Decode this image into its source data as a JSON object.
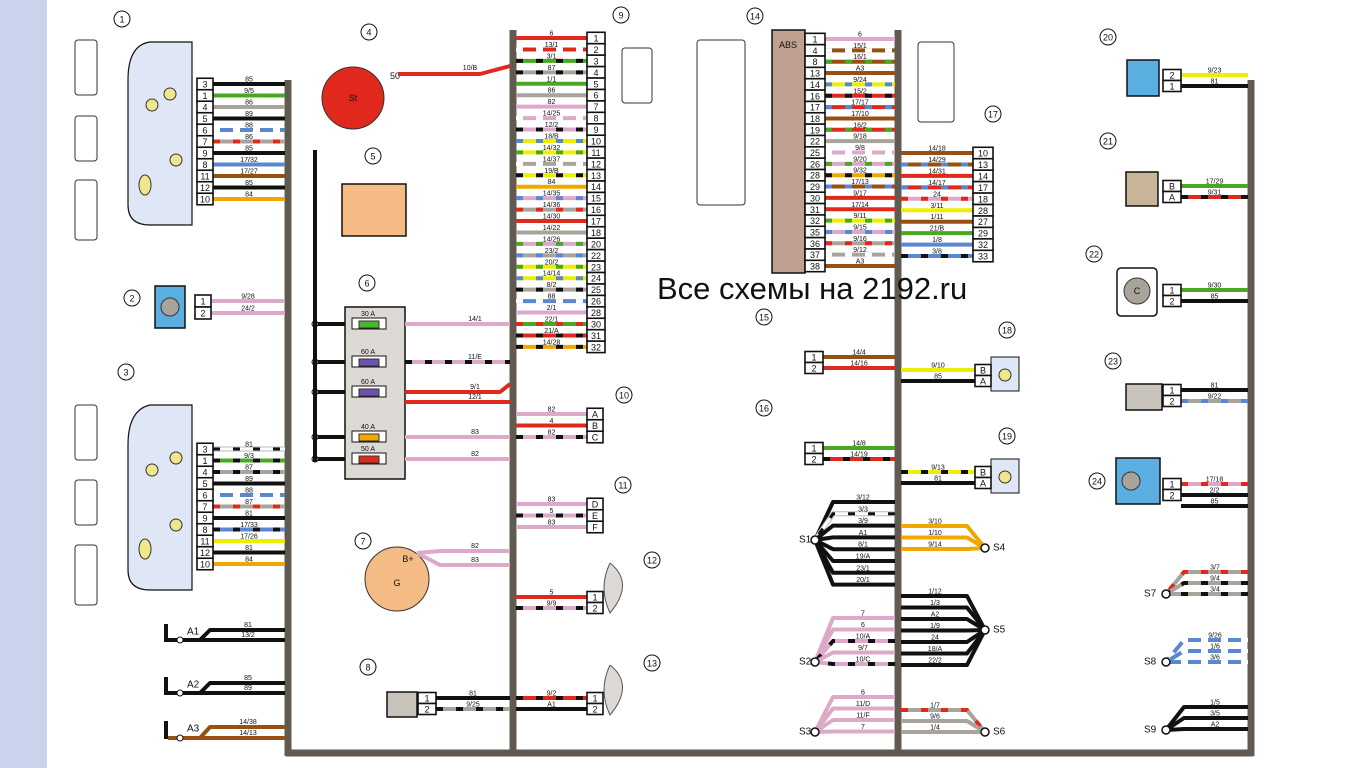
{
  "watermark": "Все схемы на 2192.ru",
  "wire_colors": {
    "red": "#e0281c",
    "green": "#48a820",
    "black": "#111111",
    "gray": "#a8a49c",
    "pink": "#dcaac8",
    "blue": "#5a88d0",
    "yellow": "#eeee00",
    "orange": "#f0a800",
    "brown": "#985010",
    "white": "#ffffff"
  },
  "starter": {
    "label": "St",
    "terminal": "50",
    "wire": "10/B"
  },
  "generator": {
    "label": "G",
    "terminal": "B+"
  },
  "abs": {
    "label": "ABS"
  },
  "fuses": [
    {
      "rating": "30 A",
      "color": "#48b830",
      "wire": "14/1"
    },
    {
      "rating": "60 A",
      "color": "#7050b0",
      "wire": "11/E"
    },
    {
      "rating": "60 A",
      "color": "#7050b0",
      "wire": "9/1",
      "wire2": "12/1"
    },
    {
      "rating": "40 A",
      "color": "#f0a800",
      "wire": "83"
    },
    {
      "rating": "50 A",
      "color": "#e0281c",
      "wire": "82"
    }
  ],
  "components": {
    "c1": {
      "number": "1",
      "pins": [
        [
          "3",
          "85",
          "black",
          null
        ],
        [
          "1",
          "9/5",
          "green",
          null
        ],
        [
          "4",
          "86",
          "gray",
          null
        ],
        [
          "5",
          "89",
          "black",
          null
        ],
        [
          "6",
          "88",
          "blue",
          "white"
        ],
        [
          "7",
          "86",
          "gray",
          "red"
        ],
        [
          "9",
          "85",
          "black",
          null
        ],
        [
          "8",
          "17/32",
          "blue",
          null
        ],
        [
          "11",
          "17/27",
          "brown",
          null
        ],
        [
          "12",
          "85",
          "black",
          null
        ],
        [
          "10",
          "84",
          "orange",
          null
        ]
      ]
    },
    "c2": {
      "number": "2",
      "pins": [
        [
          "1",
          "9/28",
          "pink",
          null
        ],
        [
          "2",
          "24/2",
          "pink",
          null
        ]
      ]
    },
    "c3": {
      "number": "3",
      "pins": [
        [
          "3",
          "81",
          "white",
          "black"
        ],
        [
          "1",
          "9/3",
          "green",
          "black"
        ],
        [
          "4",
          "87",
          "gray",
          "black"
        ],
        [
          "5",
          "89",
          "black",
          null
        ],
        [
          "6",
          "88",
          "blue",
          "white"
        ],
        [
          "7",
          "87",
          "gray",
          "red"
        ],
        [
          "9",
          "81",
          "black",
          null
        ],
        [
          "8",
          "17/33",
          "blue",
          "black"
        ],
        [
          "11",
          "17/26",
          "yellow",
          null
        ],
        [
          "12",
          "81",
          "black",
          null
        ],
        [
          "10",
          "84",
          "orange",
          null
        ]
      ]
    },
    "c8": {
      "number": "8",
      "pins": [
        [
          "1",
          "81",
          "black",
          null
        ],
        [
          "2",
          "9/25",
          "gray",
          "black"
        ]
      ]
    },
    "c9": {
      "number": "9",
      "pins": [
        [
          "1",
          "6",
          "red",
          null
        ],
        [
          "2",
          "13/1",
          "red",
          "white"
        ],
        [
          "3",
          "3/1",
          "green",
          "black"
        ],
        [
          "4",
          "87",
          "gray",
          "black"
        ],
        [
          "5",
          "1/1",
          "green",
          null
        ],
        [
          "6",
          "86",
          "gray",
          null
        ],
        [
          "7",
          "82",
          "pink",
          null
        ],
        [
          "8",
          "14/25",
          "pink",
          "white"
        ],
        [
          "9",
          "12/2",
          "pink",
          "black"
        ],
        [
          "10",
          "18/B",
          "yellow",
          "blue"
        ],
        [
          "11",
          "14/32",
          "yellow",
          "green"
        ],
        [
          "12",
          "14/37",
          "gray",
          "white"
        ],
        [
          "13",
          "19/B",
          "yellow",
          "black"
        ],
        [
          "14",
          "84",
          "orange",
          null
        ],
        [
          "15",
          "14/35",
          "pink",
          "blue"
        ],
        [
          "16",
          "14/36",
          "gray",
          "red"
        ],
        [
          "17",
          "14/30",
          "red",
          null
        ],
        [
          "18",
          "14/22",
          "gray",
          null
        ],
        [
          "20",
          "14/26",
          "pink",
          "green"
        ],
        [
          "22",
          "23/2",
          "gray",
          "blue"
        ],
        [
          "23",
          "20/2",
          "yellow",
          "green"
        ],
        [
          "24",
          "14/14",
          "yellow",
          "blue"
        ],
        [
          "25",
          "8/2",
          "gray",
          "black"
        ],
        [
          "26",
          "88",
          "blue",
          "white"
        ],
        [
          "28",
          "2/1",
          "pink",
          null
        ],
        [
          "30",
          "22/1",
          "green",
          "red"
        ],
        [
          "31",
          "21/A",
          "red",
          "black"
        ],
        [
          "32",
          "14/28",
          "orange",
          "black"
        ]
      ]
    },
    "c10": {
      "number": "10",
      "pins": [
        [
          "A",
          "82",
          "pink",
          null
        ],
        [
          "B",
          "4",
          "red",
          null
        ],
        [
          "C",
          "82",
          "pink",
          "black"
        ]
      ]
    },
    "c11": {
      "number": "11",
      "pins": [
        [
          "D",
          "83",
          "pink",
          null
        ],
        [
          "E",
          "5",
          "pink",
          "black"
        ],
        [
          "F",
          "83",
          "pink",
          null
        ]
      ]
    },
    "c12": {
      "number": "12",
      "pins": [
        [
          "1",
          "5",
          "red",
          null
        ],
        [
          "2",
          "9/9",
          "pink",
          "black"
        ]
      ]
    },
    "c13": {
      "number": "13",
      "pins": [
        [
          "1",
          "9/2",
          "red",
          "black"
        ],
        [
          "2",
          "A1",
          "black",
          null
        ]
      ]
    },
    "c14": {
      "number": "14",
      "pins": [
        [
          "1",
          "6",
          "pink",
          null
        ],
        [
          "4",
          "15/1",
          "brown",
          "white"
        ],
        [
          "8",
          "16/1",
          "brown",
          "green"
        ],
        [
          "13",
          "A3",
          "brown",
          null
        ],
        [
          "14",
          "9/24",
          "yellow",
          "blue"
        ],
        [
          "16",
          "15/2",
          "red",
          "black"
        ],
        [
          "17",
          "17/17",
          "red",
          "blue"
        ],
        [
          "18",
          "17/10",
          "brown",
          null
        ],
        [
          "19",
          "16/2",
          "red",
          "green"
        ],
        [
          "22",
          "9/18",
          "gray",
          null
        ],
        [
          "25",
          "9/8",
          "pink",
          "white"
        ],
        [
          "26",
          "9/20",
          "pink",
          "green"
        ],
        [
          "28",
          "9/32",
          "orange",
          "black"
        ],
        [
          "29",
          "17/13",
          "brown",
          "blue"
        ],
        [
          "30",
          "9/17",
          "red",
          null
        ],
        [
          "31",
          "17/14",
          "red",
          null
        ],
        [
          "32",
          "9/11",
          "yellow",
          "green"
        ],
        [
          "35",
          "9/15",
          "pink",
          "blue"
        ],
        [
          "36",
          "9/16",
          "gray",
          "red"
        ],
        [
          "37",
          "9/12",
          "gray",
          "white"
        ],
        [
          "38",
          "A3",
          "brown",
          null
        ]
      ]
    },
    "c15": {
      "number": "15",
      "pins": [
        [
          "1",
          "14/4",
          "brown",
          null
        ],
        [
          "2",
          "14/16",
          "red",
          null
        ]
      ]
    },
    "c16": {
      "number": "16",
      "pins": [
        [
          "1",
          "14/8",
          "green",
          null
        ],
        [
          "2",
          "14/19",
          "red",
          "black"
        ]
      ]
    },
    "c17": {
      "number": "17",
      "pins": [
        [
          "10",
          "14/18",
          "brown",
          null
        ],
        [
          "13",
          "14/29",
          "brown",
          "blue"
        ],
        [
          "14",
          "14/31",
          "red",
          null
        ],
        [
          "17",
          "14/17",
          "red",
          "blue"
        ],
        [
          "18",
          "24",
          "pink",
          "red"
        ],
        [
          "28",
          "3/11",
          "yellow",
          null
        ],
        [
          "27",
          "1/11",
          "brown",
          null
        ],
        [
          "29",
          "21/B",
          "green",
          null
        ],
        [
          "32",
          "1/8",
          "blue",
          null
        ],
        [
          "33",
          "3/8",
          "blue",
          "black"
        ]
      ]
    },
    "c18": {
      "number": "18",
      "pins": [
        [
          "B",
          "9/10",
          "yellow",
          null
        ],
        [
          "A",
          "85",
          "black",
          null
        ]
      ]
    },
    "c19": {
      "number": "19",
      "pins": [
        [
          "B",
          "9/13",
          "yellow",
          "black"
        ],
        [
          "A",
          "81",
          "black",
          null
        ]
      ]
    },
    "c20": {
      "number": "20",
      "pins": [
        [
          "2",
          "9/23",
          "yellow",
          null
        ],
        [
          "1",
          "81",
          "black",
          null
        ]
      ]
    },
    "c21": {
      "number": "21",
      "pins": [
        [
          "B",
          "17/29",
          "green",
          null
        ],
        [
          "A",
          "9/31",
          "red",
          "black"
        ]
      ]
    },
    "c22": {
      "number": "22",
      "pins": [
        [
          "1",
          "9/30",
          "green",
          null
        ],
        [
          "2",
          "85",
          "black",
          null
        ]
      ]
    },
    "c23": {
      "number": "23",
      "pins": [
        [
          "1",
          "81",
          "black",
          null
        ],
        [
          "2",
          "9/22",
          "gray",
          "blue"
        ]
      ]
    },
    "c24": {
      "number": "24",
      "pins": [
        [
          "1",
          "17/18",
          "pink",
          "red"
        ],
        [
          "2",
          "2/2",
          "black",
          null
        ],
        [
          "",
          "85",
          "black",
          null
        ]
      ]
    },
    "c4": {
      "number": "4"
    },
    "c5": {
      "number": "5"
    },
    "c6": {
      "number": "6"
    },
    "c7": {
      "number": "7",
      "wires": [
        [
          "82",
          "pink"
        ],
        [
          "83",
          "pink"
        ]
      ]
    }
  },
  "grounds": [
    {
      "name": "A1",
      "wires": [
        [
          "81",
          "black"
        ],
        [
          "13/2",
          "black"
        ]
      ]
    },
    {
      "name": "A2",
      "wires": [
        [
          "85",
          "black"
        ],
        [
          "89",
          "black"
        ]
      ]
    },
    {
      "name": "A3",
      "wires": [
        [
          "14/38",
          "brown"
        ],
        [
          "14/13",
          "brown"
        ]
      ]
    }
  ],
  "splices": {
    "S1": {
      "name": "S1",
      "wires": [
        [
          "3/12",
          "black",
          null
        ],
        [
          "3/3",
          "white",
          "black"
        ],
        [
          "3/9",
          "black",
          null
        ],
        [
          "A1",
          "black",
          null
        ],
        [
          "8/1",
          "black",
          null
        ],
        [
          "19/A",
          "black",
          null
        ],
        [
          "23/1",
          "black",
          null
        ],
        [
          "20/1",
          "black",
          null
        ]
      ]
    },
    "S2": {
      "name": "S2",
      "wires": [
        [
          "7",
          "pink",
          null
        ],
        [
          "6",
          "pink",
          null
        ],
        [
          "10/A",
          "pink",
          "black"
        ],
        [
          "9/7",
          "pink",
          null
        ],
        [
          "10/C",
          "pink",
          "black"
        ]
      ]
    },
    "S3": {
      "name": "S3",
      "wires": [
        [
          "6",
          "pink",
          null
        ],
        [
          "11/D",
          "pink",
          null
        ],
        [
          "11/F",
          "pink",
          null
        ],
        [
          "7",
          "pink",
          null
        ]
      ]
    },
    "S4": {
      "name": "S4",
      "wires": [
        [
          "3/10",
          "orange",
          null
        ],
        [
          "1/10",
          "orange",
          null
        ],
        [
          "9/14",
          "orange",
          null
        ]
      ]
    },
    "S5": {
      "name": "S5",
      "wires": [
        [
          "1/12",
          "black",
          null
        ],
        [
          "1/3",
          "black",
          null
        ],
        [
          "A2",
          "black",
          null
        ],
        [
          "1/9",
          "black",
          null
        ],
        [
          "24",
          "black",
          null
        ],
        [
          "18/A",
          "black",
          null
        ],
        [
          "22/2",
          "black",
          null
        ]
      ]
    },
    "S6": {
      "name": "S6",
      "wires": [
        [
          "1/7",
          "gray",
          "red"
        ],
        [
          "9/6",
          "gray",
          null
        ],
        [
          "1/4",
          "gray",
          null
        ]
      ]
    },
    "S7": {
      "name": "S7",
      "wires": [
        [
          "3/7",
          "gray",
          "red"
        ],
        [
          "9/4",
          "gray",
          "black"
        ],
        [
          "3/4",
          "gray",
          "black"
        ]
      ]
    },
    "S8": {
      "name": "S8",
      "wires": [
        [
          "9/26",
          "blue",
          "white"
        ],
        [
          "1/6",
          "blue",
          "white"
        ],
        [
          "3/6",
          "blue",
          "white"
        ]
      ]
    },
    "S9": {
      "name": "S9",
      "wires": [
        [
          "1/5",
          "black",
          null
        ],
        [
          "3/5",
          "black",
          null
        ],
        [
          "A2",
          "black",
          null
        ]
      ]
    }
  }
}
